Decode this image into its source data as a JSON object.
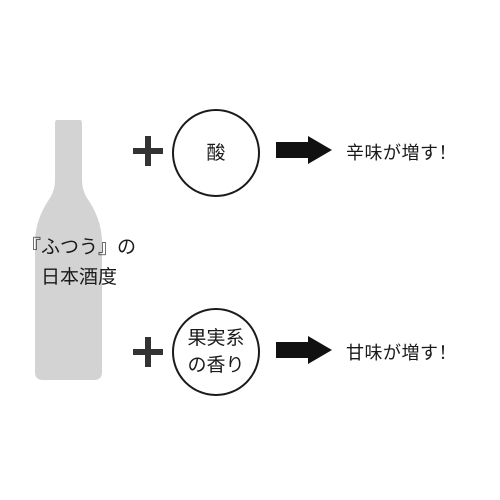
{
  "bottle": {
    "label_line1": "『ふつう』の",
    "label_line2": "日本酒度",
    "color": "#d3d3d3"
  },
  "rows": [
    {
      "operator": "+",
      "circle_lines": [
        "酸"
      ],
      "result": "辛味が増す！"
    },
    {
      "operator": "+",
      "circle_lines": [
        "果実系",
        "の香り"
      ],
      "result": "甘味が増す！"
    }
  ],
  "colors": {
    "plus": "#333333",
    "arrow": "#111111",
    "text": "#1a1a1a"
  },
  "icons": [
    "plus-icon",
    "right-arrow-icon",
    "bottle-icon"
  ]
}
